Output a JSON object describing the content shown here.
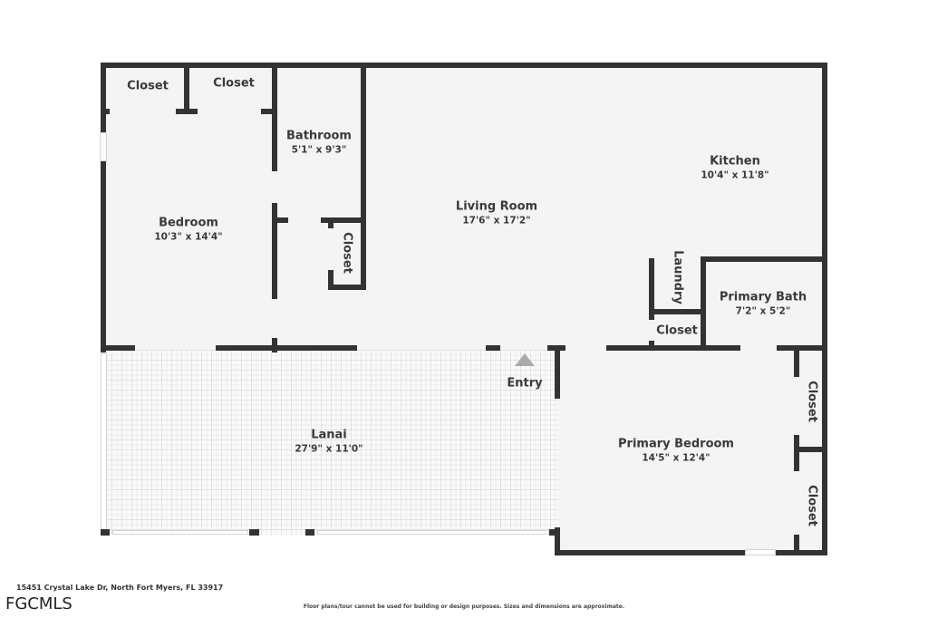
{
  "floorplan": {
    "rooms": [
      {
        "id": "closet-1",
        "name": "Closet",
        "dim": ""
      },
      {
        "id": "closet-2",
        "name": "Closet",
        "dim": ""
      },
      {
        "id": "bathroom",
        "name": "Bathroom",
        "dim": "5'1\" x 9'3\""
      },
      {
        "id": "bedroom",
        "name": "Bedroom",
        "dim": "10'3\" x 14'4\""
      },
      {
        "id": "closet-3",
        "name": "Closet",
        "dim": ""
      },
      {
        "id": "living-room",
        "name": "Living Room",
        "dim": "17'6\" x 17'2\""
      },
      {
        "id": "kitchen",
        "name": "Kitchen",
        "dim": "10'4\" x 11'8\""
      },
      {
        "id": "laundry",
        "name": "Laundry",
        "dim": ""
      },
      {
        "id": "primary-bath",
        "name": "Primary Bath",
        "dim": "7'2\" x 5'2\""
      },
      {
        "id": "closet-4",
        "name": "Closet",
        "dim": ""
      },
      {
        "id": "lanai",
        "name": "Lanai",
        "dim": "27'9\" x 11'0\""
      },
      {
        "id": "primary-bedroom",
        "name": "Primary Bedroom",
        "dim": "14'5\" x 12'4\""
      },
      {
        "id": "closet-5",
        "name": "Closet",
        "dim": ""
      },
      {
        "id": "closet-6",
        "name": "Closet",
        "dim": ""
      }
    ],
    "entry_label": "Entry",
    "colors": {
      "wall": "#333333",
      "floor": "#f4f4f4",
      "entry_arrow": "#aaaaaa"
    }
  },
  "footer": {
    "address": "15451 Crystal Lake Dr, North Fort Myers, FL 33917",
    "logo": "FGCMLS",
    "disclaimer": "Floor plans/tour cannot be used for building or design purposes. Sizes and dimensions are approximate."
  }
}
